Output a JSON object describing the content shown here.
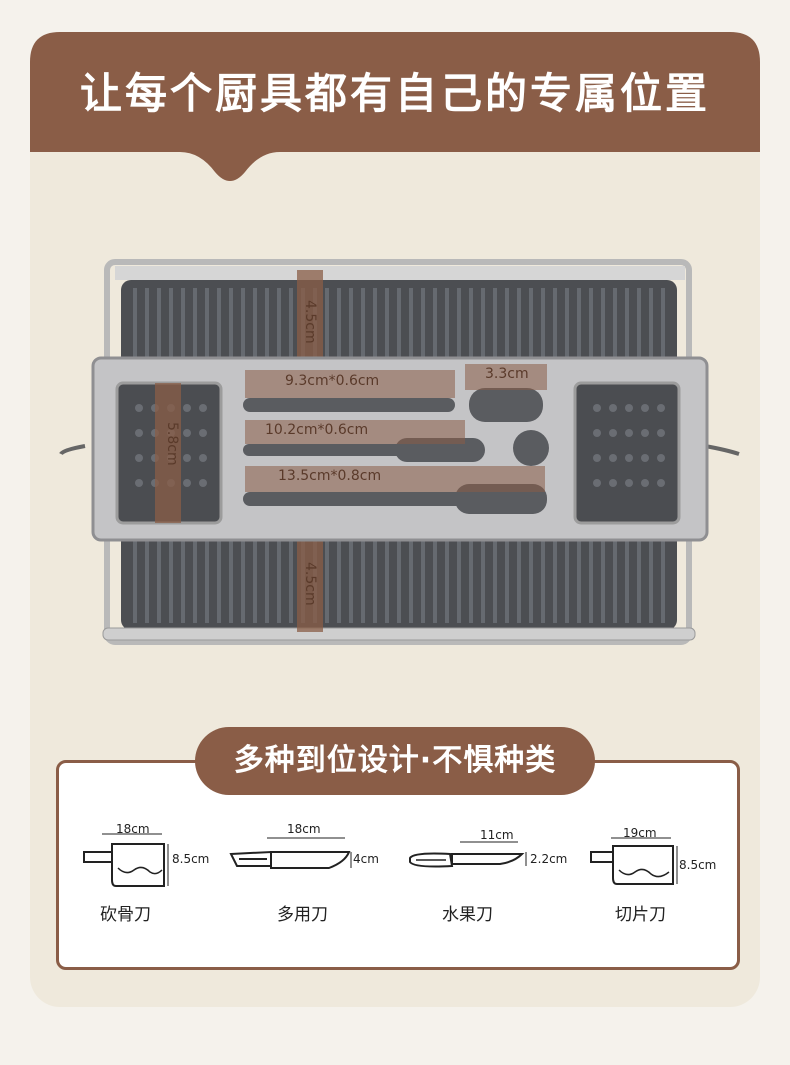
{
  "header": {
    "title": "让每个厨具都有自己的专属位置"
  },
  "rack": {
    "dims": {
      "top_gap": "4.5cm",
      "bottom_gap": "4.5cm",
      "side_slot": "5.8cm",
      "slot1": "9.3cm*0.6cm",
      "slot2": "10.2cm*0.6cm",
      "slot3": "13.5cm*0.8cm",
      "hole": "3.3cm"
    }
  },
  "section": {
    "title": "多种到位设计·不惧种类",
    "knives": [
      {
        "name": "砍骨刀",
        "width": "18cm",
        "height": "8.5cm",
        "icon": "cleaver-icon"
      },
      {
        "name": "多用刀",
        "width": "18cm",
        "height": "4cm",
        "icon": "chef-knife-icon"
      },
      {
        "name": "水果刀",
        "width": "11cm",
        "height": "2.2cm",
        "icon": "fruit-knife-icon"
      },
      {
        "name": "切片刀",
        "width": "19cm",
        "height": "8.5cm",
        "icon": "slicing-knife-icon"
      }
    ]
  },
  "colors": {
    "brand": "#8a5d47",
    "background": "#efe9dc"
  }
}
